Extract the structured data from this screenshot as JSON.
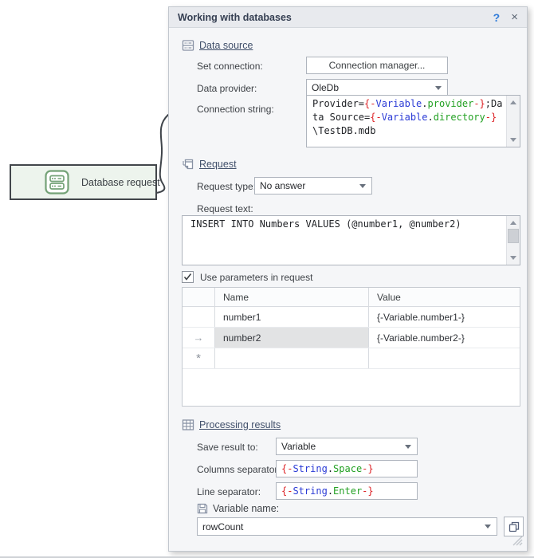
{
  "flowchart": {
    "node_label": "Database request"
  },
  "panel": {
    "title": "Working with databases",
    "titlebar": {
      "help": "?",
      "close": "×"
    },
    "data_source": {
      "heading": "Data source",
      "set_connection": {
        "label": "Set connection:",
        "button": "Connection manager..."
      },
      "data_provider": {
        "label": "Data provider:",
        "value": "OleDb"
      },
      "connection_string": {
        "label": "Connection string:",
        "segments": [
          {
            "t": "Provider=",
            "c": "black"
          },
          {
            "t": "{-",
            "c": "red"
          },
          {
            "t": "Variable",
            "c": "blue"
          },
          {
            "t": ".",
            "c": "black"
          },
          {
            "t": "provider",
            "c": "green"
          },
          {
            "t": "-}",
            "c": "red"
          },
          {
            "t": ";Data Source=",
            "c": "black"
          },
          {
            "t": "{-",
            "c": "red"
          },
          {
            "t": "Variable",
            "c": "blue"
          },
          {
            "t": ".",
            "c": "black"
          },
          {
            "t": "directory",
            "c": "green"
          },
          {
            "t": "-}",
            "c": "red"
          },
          {
            "t": "\\TestDB.mdb",
            "c": "black"
          }
        ]
      }
    },
    "request": {
      "heading": "Request",
      "type": {
        "label": "Request type:",
        "value": "No answer"
      },
      "text": {
        "label": "Request text:",
        "value": "INSERT INTO Numbers VALUES (@number1, @number2)"
      },
      "params": {
        "checkbox_label": "Use parameters in request",
        "checked": true,
        "columns": {
          "name": "Name",
          "value": "Value"
        },
        "rows": [
          {
            "selector": "",
            "name": "number1",
            "value": "{-Variable.number1-}"
          },
          {
            "selector": "→",
            "name": "number2",
            "value": "{-Variable.number2-}"
          },
          {
            "selector": "*",
            "name": "",
            "value": ""
          }
        ]
      }
    },
    "processing": {
      "heading": "Processing results",
      "save_result": {
        "label": "Save result to:",
        "value": "Variable"
      },
      "columns_separator": {
        "label": "Columns separator:",
        "segments": [
          {
            "t": "{-",
            "c": "red"
          },
          {
            "t": "String",
            "c": "blue"
          },
          {
            "t": ".",
            "c": "black"
          },
          {
            "t": "Space",
            "c": "green"
          },
          {
            "t": "-}",
            "c": "red"
          }
        ]
      },
      "line_separator": {
        "label": "Line separator:",
        "segments": [
          {
            "t": "{-",
            "c": "red"
          },
          {
            "t": "String",
            "c": "blue"
          },
          {
            "t": ".",
            "c": "black"
          },
          {
            "t": "Enter",
            "c": "green"
          },
          {
            "t": "-}",
            "c": "red"
          }
        ]
      },
      "variable_name": {
        "label": "Variable name:",
        "value": "rowCount"
      }
    },
    "colors": {
      "code_red": "#dd2226",
      "code_blue": "#2b3bd6",
      "code_green": "#23a123",
      "node_green": "#74a277",
      "accent_help": "#2f7bd9"
    }
  }
}
